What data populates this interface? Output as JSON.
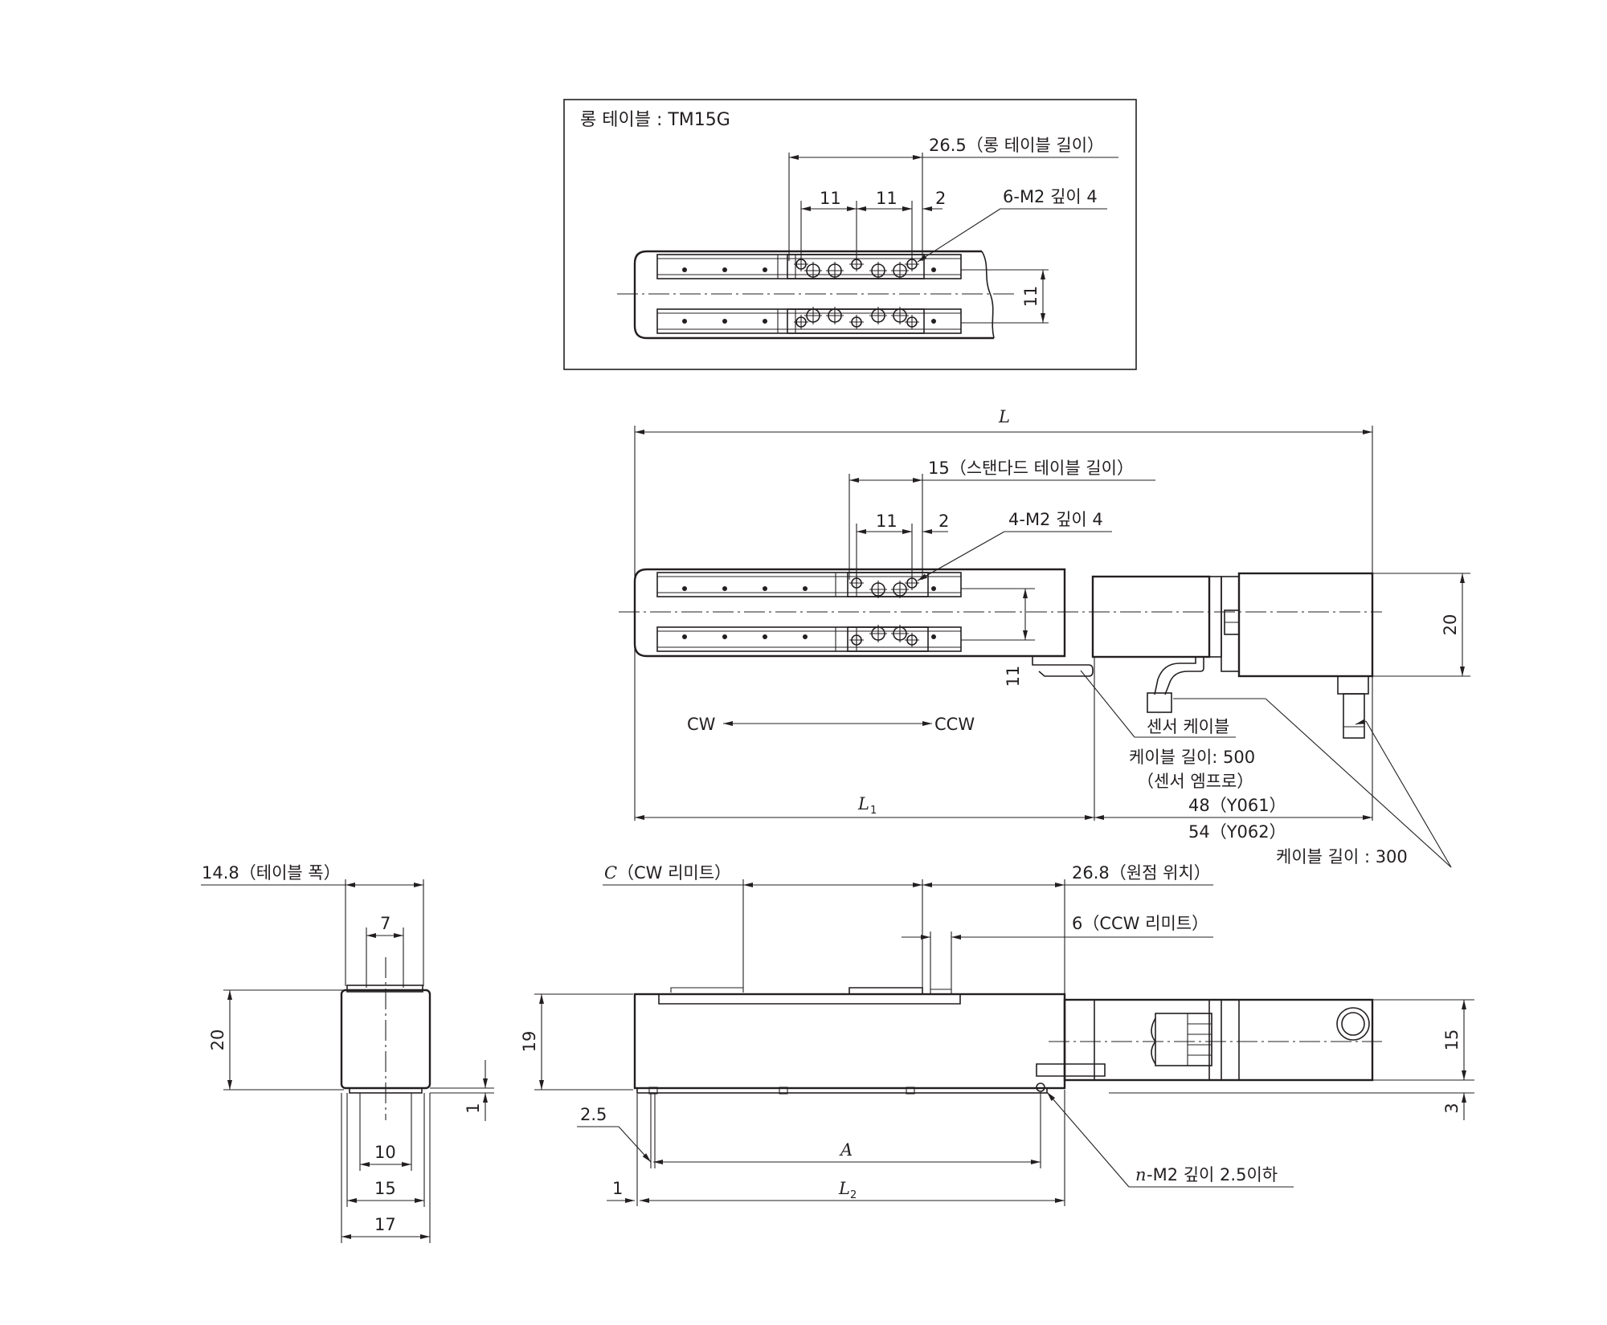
{
  "inset": {
    "title": "롱 테이블 : TM15G",
    "dims": {
      "long_table_length": "26.5（롱 테이블 길이）",
      "pitch_a": "11",
      "pitch_b": "11",
      "offset": "2",
      "holes": "6-M2 깊이 4",
      "rail_gap": "11"
    }
  },
  "top_view": {
    "overall_length": "L",
    "std_table_length": "15（스탠다드 테이블 길이）",
    "pitch": "11",
    "offset": "2",
    "holes": "4-M2 깊이 4",
    "rail_gap": "11",
    "height": "20",
    "cw": "CW",
    "ccw": "CCW",
    "sensor_cable": "센서 케이블",
    "sensor_cable_length": "케이블 길이: 500",
    "sensor_amp": "（센서 엠프로）",
    "l1": "L",
    "l1_sub": "1",
    "motor_len_y061": "48（Y061）",
    "motor_len_y062": "54（Y062）",
    "cable_length": "케이블 길이 : 300"
  },
  "end_view": {
    "table_width": "14.8（테이블 폭）",
    "w7": "7",
    "h20": "20",
    "h1": "1",
    "w10": "10",
    "w15": "15",
    "w17": "17"
  },
  "side_view": {
    "cw_limit_letter": "C",
    "cw_limit": "（CW 리미트）",
    "origin": "26.8（원점 위치）",
    "ccw_limit": "6（CCW 리미트）",
    "h19": "19",
    "h15": "15",
    "h3": "3",
    "d25": "2.5",
    "a": "A",
    "d1": "1",
    "l2": "L",
    "l2_sub": "2",
    "mount_holes_prefix": "n",
    "mount_holes": "-M2 깊이 2.5이하"
  }
}
